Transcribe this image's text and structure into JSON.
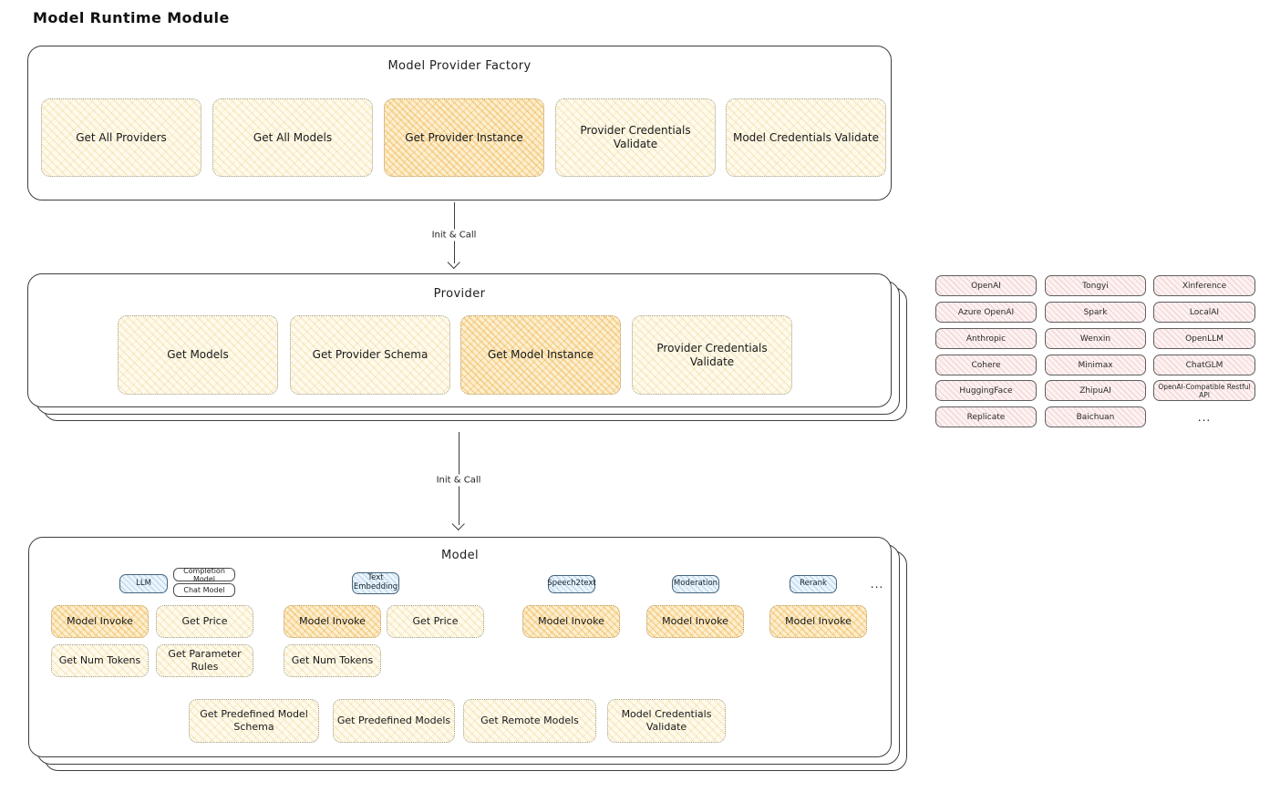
{
  "page": {
    "title": "Model Runtime Module"
  },
  "colors": {
    "ink": "#3e3e3e",
    "action_fill": "#fefaec",
    "action_highlight": "#fcefd0",
    "action_hatch": "#e7c167",
    "highlight_hatch": "#f0ac3c",
    "tab_fill": "#ecf5fc",
    "tab_hatch": "#7db2df",
    "chip_fill": "#fdf2f2",
    "chip_hatch": "#df9898"
  },
  "factory": {
    "title": "Model Provider Factory",
    "buttons": [
      "Get All Providers",
      "Get All Models",
      "Get Provider Instance",
      "Provider Credentials Validate",
      "Model Credentials Validate"
    ]
  },
  "arrow1": {
    "label": "Init & Call"
  },
  "arrow2": {
    "label": "Init & Call"
  },
  "provider": {
    "title": "Provider",
    "buttons": [
      "Get Models",
      "Get Provider Schema",
      "Get Model Instance",
      "Provider Credentials Validate"
    ]
  },
  "providers_grid": {
    "col1": [
      "OpenAI",
      "Azure OpenAI",
      "Anthropic",
      "Cohere",
      "HuggingFace",
      "Replicate"
    ],
    "col2": [
      "Tongyi",
      "Spark",
      "Wenxin",
      "Minimax",
      "ZhipuAI",
      "Baichuan"
    ],
    "col3": [
      "Xinference",
      "LocalAI",
      "OpenLLM",
      "ChatGLM",
      "OpenAI-Compatible Restful API"
    ],
    "more": "..."
  },
  "model": {
    "title": "Model",
    "tabs": {
      "llm": "LLM",
      "completion": "Completion Model",
      "chat": "Chat Model",
      "text_embedding": "Text Embedding",
      "speech2text": "Speech2text",
      "moderation": "Moderation",
      "rerank": "Rerank",
      "more": "..."
    },
    "llm": {
      "invoke": "Model Invoke",
      "price": "Get Price",
      "num_tokens": "Get Num Tokens",
      "param_rules": "Get Parameter Rules"
    },
    "text_embedding": {
      "invoke": "Model Invoke",
      "price": "Get Price",
      "num_tokens": "Get Num Tokens"
    },
    "speech2text": {
      "invoke": "Model Invoke"
    },
    "moderation": {
      "invoke": "Model Invoke"
    },
    "rerank": {
      "invoke": "Model Invoke"
    },
    "bottom": [
      "Get Predefined Model Schema",
      "Get Predefined Models",
      "Get Remote Models",
      "Model Credentials Validate"
    ]
  }
}
